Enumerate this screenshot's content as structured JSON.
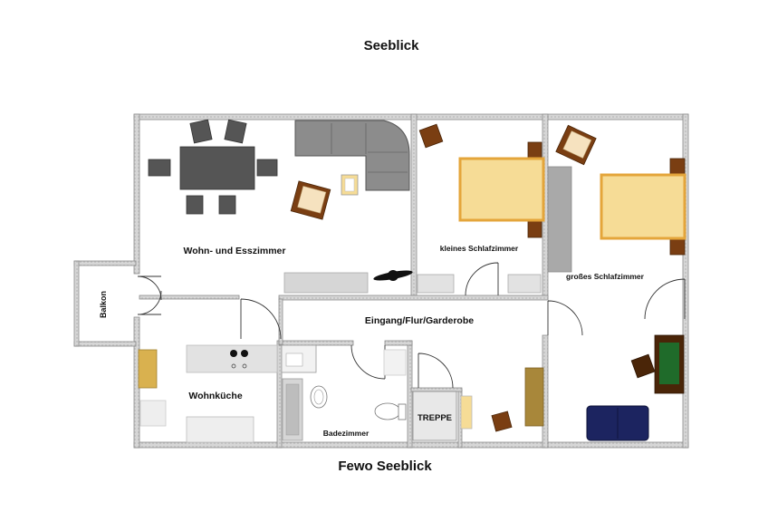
{
  "title_top": "Seeblick",
  "title_bottom": "Fewo Seeblick",
  "rooms": {
    "living_dining": "Wohn- und Esszimmer",
    "small_bedroom": "kleines Schlafzimmer",
    "large_bedroom": "großes Schlafzimmer",
    "balcony": "Balkon",
    "hallway": "Eingang/Flur/Garderobe",
    "kitchen_living": "Wohnküche",
    "bathroom": "Badezimmer",
    "stairs": "TREPPE"
  },
  "colors": {
    "wall": "#cfcfcf",
    "wall_edge": "#8a8a8a",
    "bed": "#f6dc96",
    "bed_border": "#e4a53a",
    "wood": "#7a3e12",
    "furniture_dark": "#555555",
    "sofa": "#8c8c8c",
    "counter": "#e2e2e2",
    "navy_sofa": "#1c2460",
    "table_green": "#1f6b2a"
  }
}
